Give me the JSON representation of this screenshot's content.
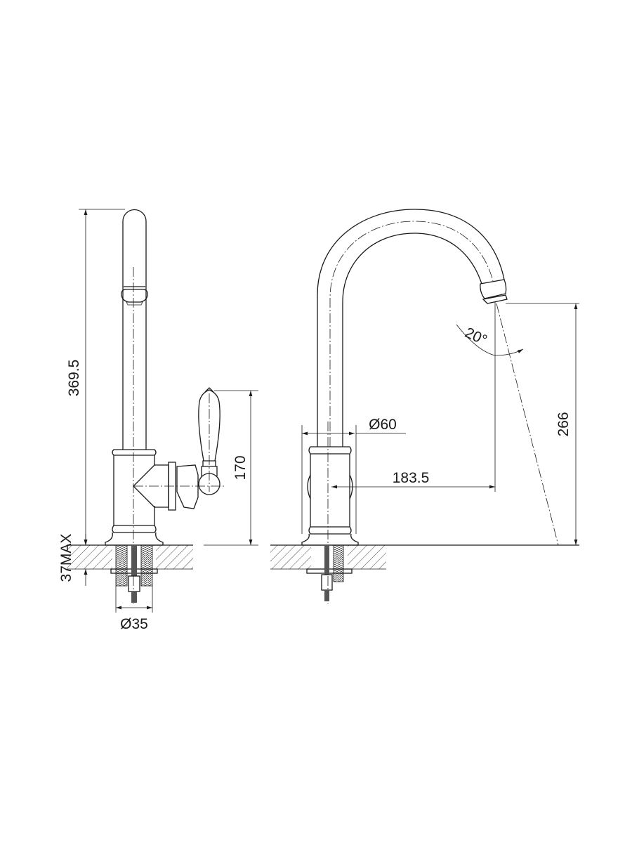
{
  "side_view": {
    "height_total": "369.5",
    "handle_height": "170",
    "deck_thickness": "37MAX",
    "hole_diameter": "Ø35"
  },
  "front_view": {
    "base_diameter": "Ø60",
    "reach": "183.5",
    "spout_height": "266",
    "spray_angle": "20°"
  },
  "colors": {
    "line": "#1a1a1a",
    "background": "#ffffff"
  }
}
